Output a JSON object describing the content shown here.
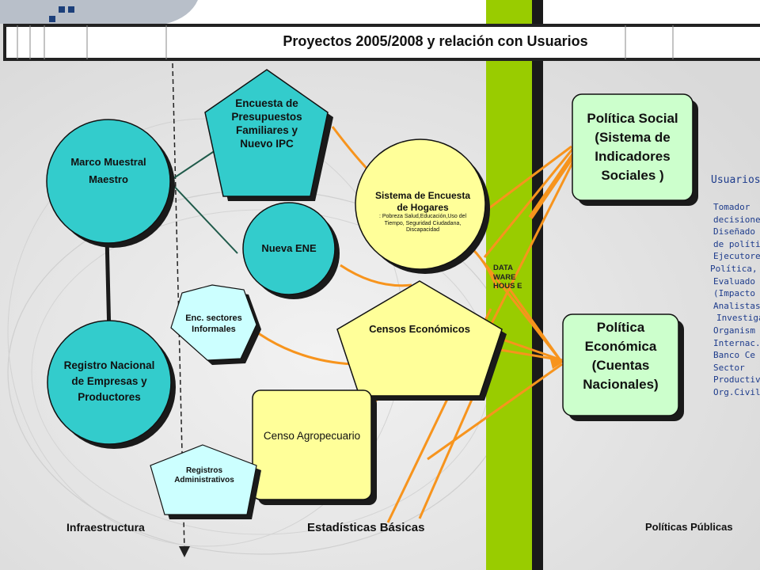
{
  "title": "Proyectos 2005/2008 y relación con Usuarios",
  "colors": {
    "teal": "#33cccc",
    "yellow": "#ffff99",
    "mint": "#ccffcc",
    "light_cyan": "#ccffff",
    "orange": "#f7941d",
    "green_bar": "#99cc00",
    "users_text": "#1e3c8c"
  },
  "nodes": {
    "encuesta_presupuestos": "Encuesta de Presupuestos Familiares y Nuevo IPC",
    "marco_muestral": "Marco Muestral Maestro",
    "sistema_encuesta_title": "Sistema de Encuesta de Hogares",
    "sistema_encuesta_detail": ": Pobreza Salud,Educación,Uso del Tiempo, Seguridad Ciudadana, Discapacidad",
    "nueva_ene": "Nueva ENE",
    "enc_informales": "Enc. sectores Informales",
    "censos_economicos": "Censos Económicos",
    "registro_nacional": "Registro Nacional de Empresas y Productores",
    "censo_agropecuario": "Censo Agropecuario",
    "registros_administrativos": "Registros Administrativos",
    "politica_social": "Política Social (Sistema de Indicadores Sociales )",
    "politica_economica": "Política Económica (Cuentas Nacionales)"
  },
  "data_warehouse_label": "DATA WARE HOUS E",
  "users": {
    "title": "Usuarios",
    "items": [
      "Tomador",
      "decisione",
      "Diseñado",
      "de polític",
      "Ejecutore",
      "Política,",
      "Evaluado",
      "(Impacto",
      "Analistas",
      "Investiga",
      "Organism",
      "Internac.",
      "Banco Ce",
      "Sector",
      "Productiv",
      "Org.Civile"
    ]
  },
  "sections": {
    "left": "Infraestructura",
    "middle": "Estadísticas Básicas",
    "right": "Políticas Públicas"
  }
}
